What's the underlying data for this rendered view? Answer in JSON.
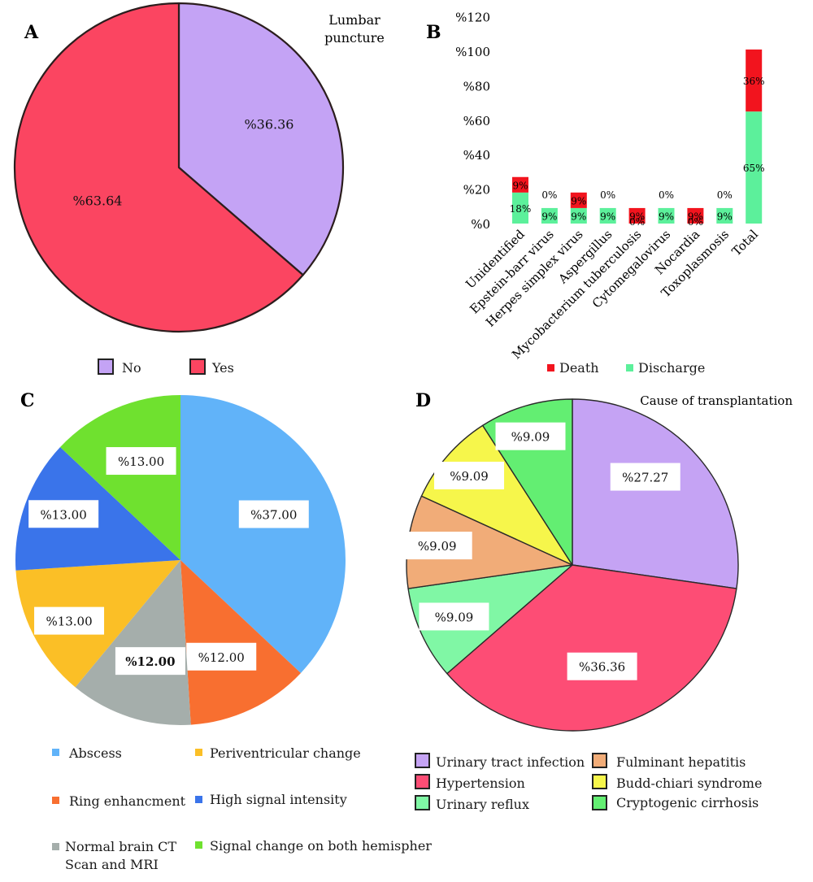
{
  "chart_data": [
    {
      "panel": "A",
      "type": "pie",
      "title": "Lumbar puncture",
      "slices": [
        {
          "label": "No",
          "value": 36.36,
          "display": "%36.36",
          "color": "#c4a3f5"
        },
        {
          "label": "Yes",
          "value": 63.64,
          "display": "%63.64",
          "color": "#fb4561"
        }
      ],
      "legend": [
        "No",
        "Yes"
      ],
      "legend_position": "bottom"
    },
    {
      "panel": "B",
      "type": "bar",
      "stacked": true,
      "categories": [
        "Unidentified",
        "Epstein-barr virus",
        "Herpes simplex virus",
        "Aspergillus",
        "Mycobacterium tuberculosis",
        "Cytomegalovirus",
        "Nocardia",
        "Toxoplasmosis",
        "Total"
      ],
      "series": [
        {
          "name": "Discharge",
          "color": "#5cf09b",
          "values": [
            18,
            9,
            9,
            9,
            0,
            9,
            0,
            9,
            65
          ],
          "labels": [
            "18%",
            "9%",
            "9%",
            "9%",
            "0%",
            "9%",
            "0%",
            "9%",
            "65%"
          ]
        },
        {
          "name": "Death",
          "color": "#f2141e",
          "values": [
            9,
            0,
            9,
            0,
            9,
            0,
            9,
            0,
            36
          ],
          "labels": [
            "9%",
            "0%",
            "9%",
            "0%",
            "9%",
            "0%",
            "9%",
            "0%",
            "36%"
          ]
        }
      ],
      "y_ticks": [
        "%0",
        "%20",
        "%40",
        "%60",
        "%80",
        "%100",
        "%120"
      ],
      "ylim": [
        0,
        120
      ],
      "legend": [
        "Death",
        "Discharge"
      ],
      "legend_position": "bottom"
    },
    {
      "panel": "C",
      "type": "pie",
      "slices": [
        {
          "label": "Abscess",
          "value": 37,
          "display": "%37.00",
          "color": "#61b3f9"
        },
        {
          "label": "Ring enhancment",
          "value": 12,
          "display": "%12.00",
          "color": "#f86f30"
        },
        {
          "label": "Normal brain CT Scan and MRI",
          "value": 12,
          "display": "%12.00",
          "color": "#a5aeab"
        },
        {
          "label": "Periventricular change",
          "value": 13,
          "display": "%13.00",
          "color": "#fbbf26"
        },
        {
          "label": "High signal intensity",
          "value": 13,
          "display": "%13.00",
          "color": "#3a74ea"
        },
        {
          "label": "Signal change on both hemispher",
          "value": 13,
          "display": "%13.00",
          "color": "#6fe12f"
        }
      ],
      "legend": [
        "Abscess",
        "Periventricular change",
        "Ring enhancment",
        "High signal intensity",
        "Normal brain CT Scan and MRI",
        "Signal change on both hemispher"
      ],
      "legend_position": "bottom"
    },
    {
      "panel": "D",
      "type": "pie",
      "title": "Cause of transplantation",
      "slices": [
        {
          "label": "Urinary tract infection",
          "value": 27.27,
          "display": "%27.27",
          "color": "#c5a3f4"
        },
        {
          "label": "Hypertension",
          "value": 36.36,
          "display": "%36.36",
          "color": "#fd4d75"
        },
        {
          "label": "Urinary reflux",
          "value": 9.09,
          "display": "%9.09",
          "color": "#80f7a5"
        },
        {
          "label": "Fulminant hepatitis",
          "value": 9.09,
          "display": "%9.09",
          "color": "#f1ac78"
        },
        {
          "label": "Budd-chiari syndrome",
          "value": 9.09,
          "display": "%9.09",
          "color": "#f6f64b"
        },
        {
          "label": "Cryptogenic cirrhosis",
          "value": 9.09,
          "display": "%9.09",
          "color": "#63ee72"
        }
      ],
      "legend": [
        "Urinary tract infection",
        "Fulminant hepatitis",
        "Hypertension",
        "Budd-chiari syndrome",
        "Urinary reflux",
        "Cryptogenic cirrhosis"
      ],
      "legend_position": "bottom"
    }
  ]
}
